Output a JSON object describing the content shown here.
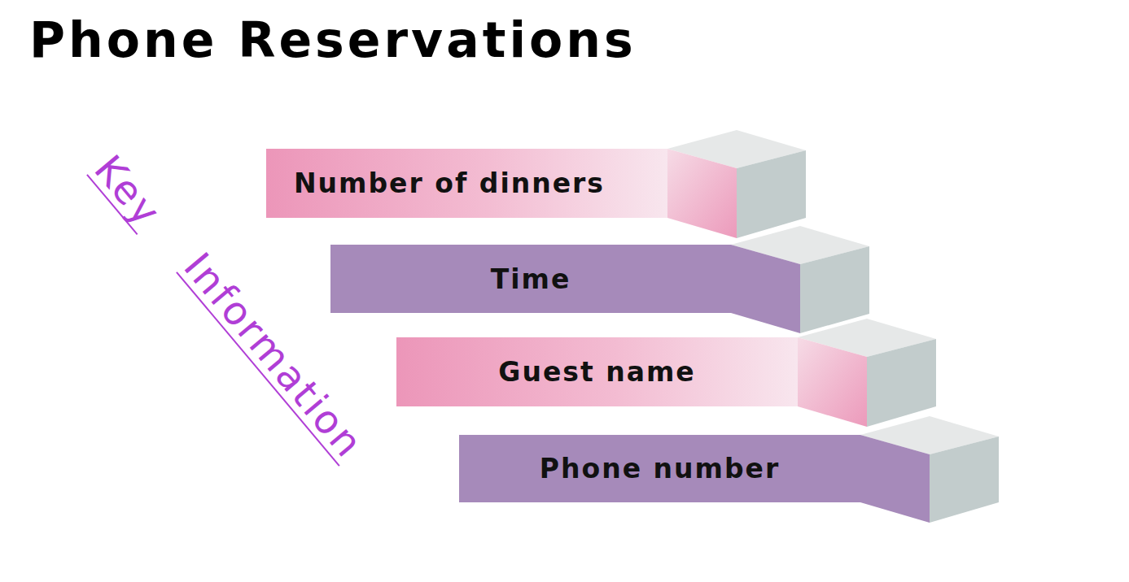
{
  "diagram": {
    "title": "Phone Reservations",
    "nodes": [
      {
        "text": [
          "Number of dinners"
        ]
      },
      {
        "text": [
          "Time"
        ]
      },
      {
        "text": [
          "Guest name"
        ]
      },
      {
        "text": [
          "Phone number"
        ]
      }
    ],
    "labels": [
      "Key",
      "Information"
    ]
  }
}
